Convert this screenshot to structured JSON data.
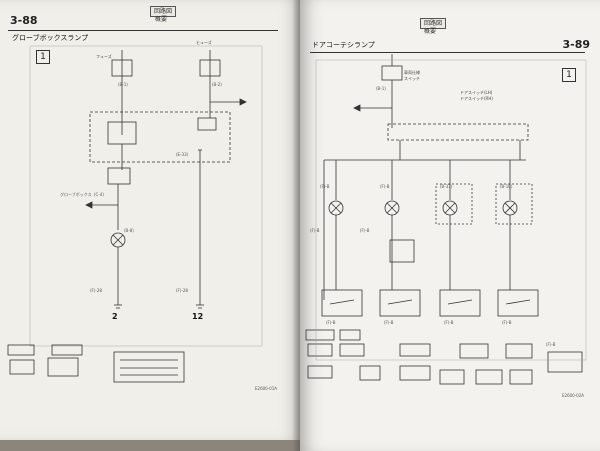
{
  "left_page": {
    "page_number": "3-88",
    "header_tab": "回路図",
    "header_sub": "概要",
    "title": "グローブボックスランプ",
    "figure_label": "1",
    "fuse_label_1": "フューズ",
    "fuse_label_2": "ヒューズ",
    "terminal_2": "2",
    "terminal_12": "12",
    "doc_code": "E2600-01A"
  },
  "right_page": {
    "page_number": "3-89",
    "header_tab": "回路図",
    "header_sub": "概要",
    "title": "ドアコーテシランプ",
    "figure_label": "1",
    "legend_1": "車両仕様",
    "legend_2": "スイッチ",
    "note_1": "ドアスイッチ(LH)",
    "note_2": "ドアスイッチ(RH)",
    "doc_code": "E2600-02A"
  },
  "colors": {
    "page_paper": "#f3f1ec",
    "ink": "#222222",
    "background": "#8b857c"
  }
}
